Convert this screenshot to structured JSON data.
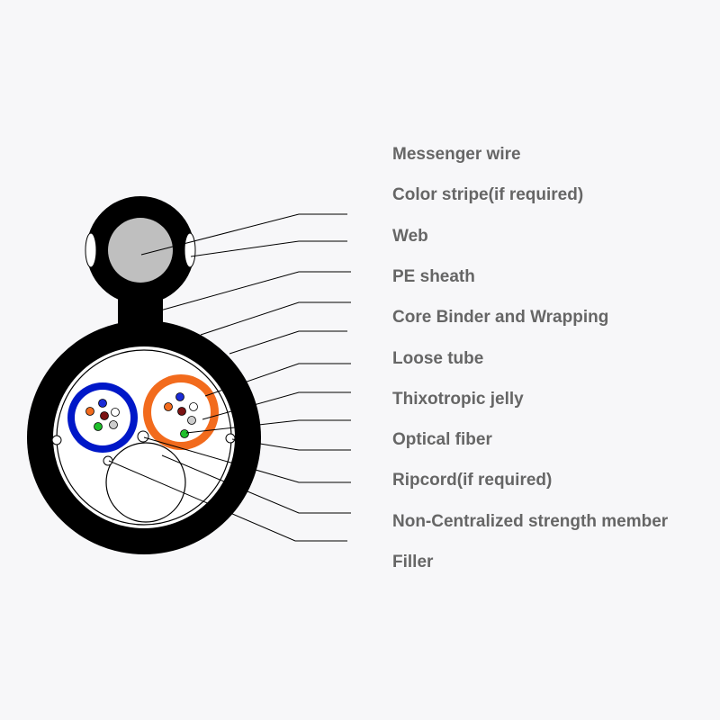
{
  "labels": [
    "Messenger wire",
    "Color stripe(if required)",
    "Web",
    "PE sheath",
    "Core Binder and Wrapping",
    "Loose tube",
    "Thixotropic  jelly",
    "Optical fiber",
    "Ripcord(if required)",
    "Non-Centralized strength member",
    "Filler"
  ],
  "colors": {
    "sheath": "#000000",
    "messenger": "#bfbfbf",
    "tube_blue": "#0018c8",
    "tube_orange": "#f26b1d",
    "label_text": "#666666",
    "fiber_blue": "#1b2bd6",
    "fiber_orange": "#f26b1d",
    "fiber_red": "#7a1212",
    "fiber_green": "#1fbf2a",
    "fiber_white": "#ffffff",
    "fiber_gray": "#cccccc"
  }
}
